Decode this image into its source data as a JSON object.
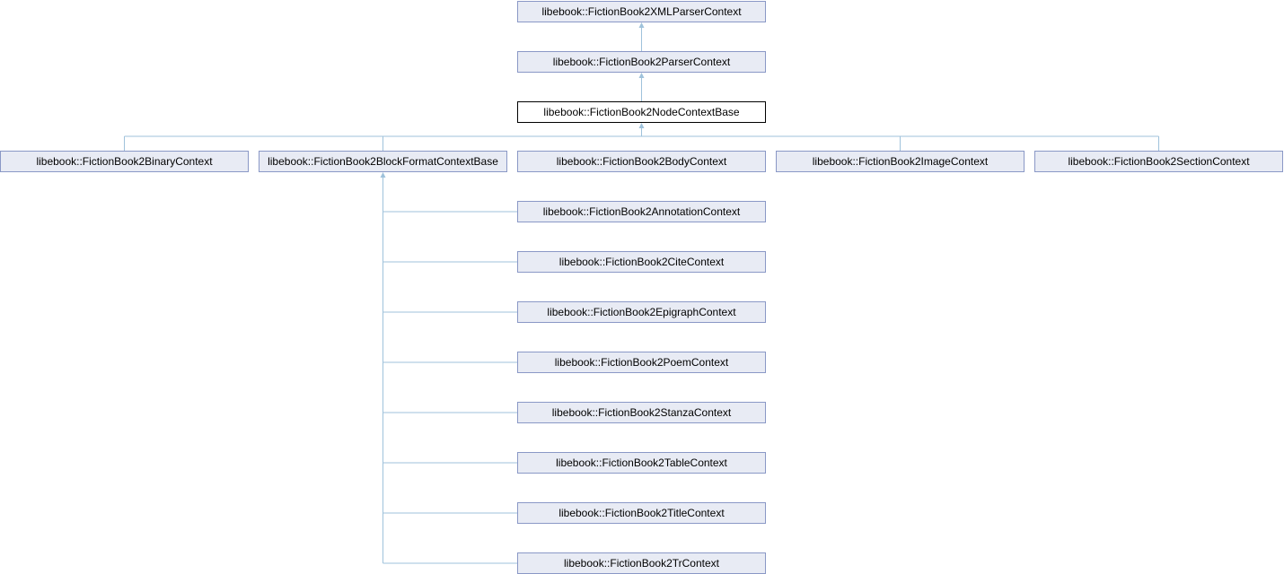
{
  "diagram": {
    "current": "libebook::FictionBook2NodeContextBase",
    "ancestors": [
      "libebook::FictionBook2XMLParserContext",
      "libebook::FictionBook2ParserContext"
    ],
    "children": [
      "libebook::FictionBook2BinaryContext",
      "libebook::FictionBook2BlockFormatContextBase",
      "libebook::FictionBook2BodyContext",
      "libebook::FictionBook2ImageContext",
      "libebook::FictionBook2SectionContext"
    ],
    "grandchildren_parent": "libebook::FictionBook2BlockFormatContextBase",
    "grandchildren": [
      "libebook::FictionBook2AnnotationContext",
      "libebook::FictionBook2CiteContext",
      "libebook::FictionBook2EpigraphContext",
      "libebook::FictionBook2PoemContext",
      "libebook::FictionBook2StanzaContext",
      "libebook::FictionBook2TableContext",
      "libebook::FictionBook2TitleContext",
      "libebook::FictionBook2TrContext"
    ]
  },
  "colors": {
    "node_fill": "#e8ebf4",
    "node_border": "#8a98c6",
    "current_border": "#000000",
    "edge": "#9fc2db"
  }
}
